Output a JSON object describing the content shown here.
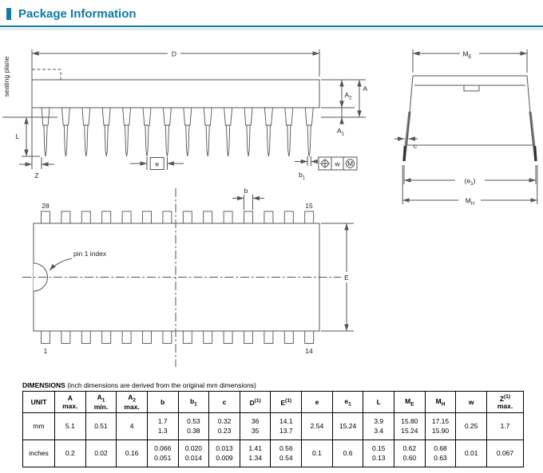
{
  "header": {
    "title": "Package Information"
  },
  "colors": {
    "accent": "#0e7aa6",
    "drawing_line": "#555555"
  },
  "drawings": {
    "seating_plane_label": "seating plane",
    "side_view": {
      "d": "D",
      "a": "A",
      "a2_base": "A",
      "a2_sub": "2",
      "a1_base": "A",
      "a1_sub": "1",
      "l": "L",
      "z": "Z",
      "e": "e",
      "b1_base": "b",
      "b1_sub": "1",
      "w": "w",
      "m": "M"
    },
    "end_view": {
      "me_base": "M",
      "me_sub": "E",
      "c": "c",
      "e1_pre": "(e",
      "e1_sub": "1",
      "e1_post": ")",
      "mh_base": "M",
      "mh_sub": "H"
    },
    "top_view": {
      "pin_top_left": "28",
      "pin_top_right": "15",
      "pin_bottom_left": "1",
      "pin_bottom_right": "14",
      "pin1_index": "pin 1 index",
      "e": "E",
      "b": "b"
    }
  },
  "table": {
    "caption_bold": "DIMENSIONS",
    "caption_rest": " (inch dimensions are derived from the original mm dimensions)",
    "columns": [
      {
        "base": "UNIT"
      },
      {
        "base": "A",
        "line2": "max."
      },
      {
        "base": "A",
        "sub": "1",
        "line2": "min."
      },
      {
        "base": "A",
        "sub": "2",
        "line2": "max."
      },
      {
        "base": "b"
      },
      {
        "base": "b",
        "sub": "1"
      },
      {
        "base": "c"
      },
      {
        "base": "D",
        "sup": "(1)"
      },
      {
        "base": "E",
        "sup": "(1)"
      },
      {
        "base": "e"
      },
      {
        "base": "e",
        "sub": "1"
      },
      {
        "base": "L"
      },
      {
        "base": "M",
        "sub": "E"
      },
      {
        "base": "M",
        "sub": "H"
      },
      {
        "base": "w"
      },
      {
        "base": "Z",
        "sup": "(1)",
        "line2": "max."
      }
    ],
    "rows": [
      {
        "unit": "mm",
        "cells": [
          "5.1",
          "0.51",
          "4",
          "1.7\n1.3",
          "0.53\n0.38",
          "0.32\n0.23",
          "36\n35",
          "14.1\n13.7",
          "2.54",
          "15.24",
          "3.9\n3.4",
          "15.80\n15.24",
          "17.15\n15.90",
          "0.25",
          "1.7"
        ]
      },
      {
        "unit": "inches",
        "cells": [
          "0.2",
          "0.02",
          "0.16",
          "0.066\n0.051",
          "0.020\n0.014",
          "0.013\n0.009",
          "1.41\n1.34",
          "0.56\n0.54",
          "0.1",
          "0.6",
          "0.15\n0.13",
          "0.62\n0.60",
          "0.68\n0.63",
          "0.01",
          "0.067"
        ]
      }
    ]
  }
}
